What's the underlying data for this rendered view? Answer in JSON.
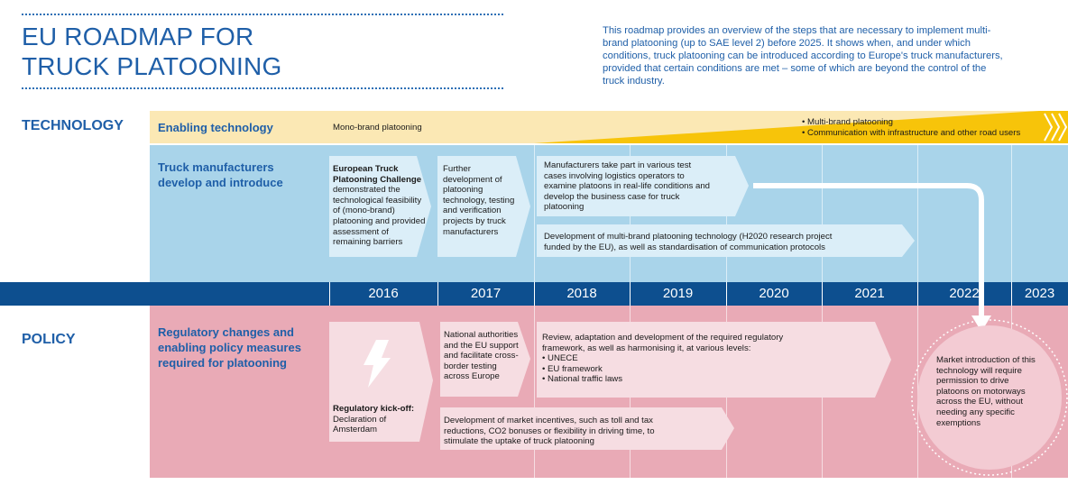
{
  "header": {
    "title_line1": "EU ROADMAP FOR",
    "title_line2": "TRUCK PLATOONING",
    "intro": "This roadmap provides an overview of the steps that are necessary to implement multi-brand platooning (up to SAE level 2) before 2025. It shows when, and under which conditions, truck platooning can be introduced according to Europe's truck manufacturers, provided that certain conditions are met – some of which are beyond the control of the truck industry."
  },
  "sections": {
    "technology": "TECHNOLOGY",
    "policy": "POLICY"
  },
  "rows": {
    "enabling": "Enabling technology",
    "manufacturers_line1": "Truck manufacturers",
    "manufacturers_line2": "develop and introduce",
    "regulatory_line1": "Regulatory changes and",
    "regulatory_line2": "enabling policy measures",
    "regulatory_line3": "required for platooning"
  },
  "enabling_tech": {
    "mono": "Mono-brand platooning",
    "multi_1": "• Multi-brand platooning",
    "multi_2": "• Communication with infrastructure and other road users"
  },
  "technology_items": {
    "challenge_bold_1": "European Truck",
    "challenge_bold_2": "Platooning Challenge",
    "challenge_rest": "demonstrated the technological feasibility of (mono-brand) platooning and provided assessment of remaining barriers",
    "further_dev": "Further development of platooning technology, testing and verification projects by truck manufacturers",
    "manufacturers_test": "Manufacturers take part in various test cases involving logistics operators to examine platoons in real-life conditions and develop the business case for truck platooning",
    "multi_brand_dev": "Development of multi-brand platooning technology (H2020 research project funded by the EU), as well as standardisation of communication protocols"
  },
  "years": [
    "2016",
    "2017",
    "2018",
    "2019",
    "2020",
    "2021",
    "2022",
    "2023"
  ],
  "policy_items": {
    "kickoff_bold": "Regulatory kick-off:",
    "kickoff_rest": "Declaration of Amsterdam",
    "national": "National authorities and the EU support and facilitate cross-border testing across Europe",
    "review_intro": "Review, adaptation and development of the required regulatory framework, as well as harmonising it, at various levels:",
    "review_levels": [
      "• UNECE",
      "• EU framework",
      "• National traffic laws"
    ],
    "incentives": "Development of market incentives, such as toll and tax reductions, CO2 bonuses or flexibility in driving time, to stimulate the uptake of truck platooning",
    "market_intro": "Market introduction of this technology will require permission to drive platoons on motorways across the EU, without needing any specific exemptions"
  },
  "colors": {
    "brand_blue": "#1f5fa8",
    "year_band": "#0d4f8f",
    "tech_band": "#a9d4ea",
    "policy_band": "#e9aab6",
    "enabling_band": "#fbe8b4",
    "multi_brand": "#f7c40a"
  },
  "icons": {
    "kickoff": "lightning-bolt-icon",
    "timeline": "white-arrow-icon"
  }
}
